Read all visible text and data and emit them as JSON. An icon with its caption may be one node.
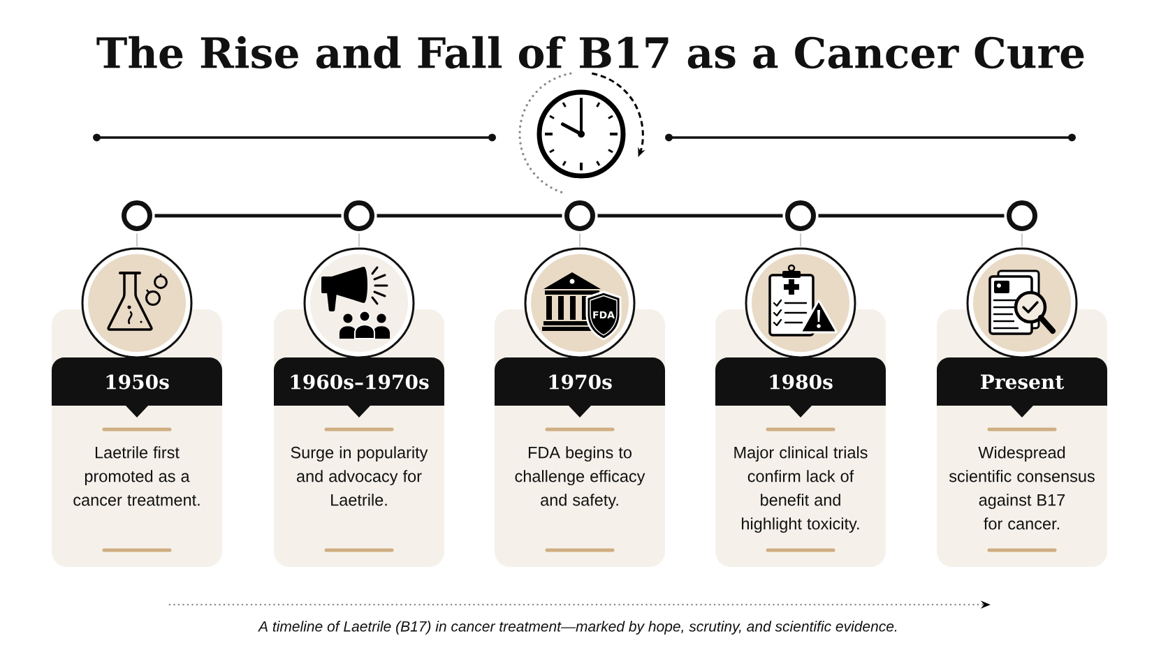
{
  "diagram": {
    "title": "The Rise and Fall of B17 as a Cancer Cure",
    "caption": "A timeline of Laetrile (B17) in cancer treatment—marked by hope, scrutiny, and scientific evidence.",
    "nodes": [
      {
        "text": [],
        "shape": "circle"
      },
      {
        "text": [],
        "shape": "circle"
      },
      {
        "text": [],
        "shape": "circle"
      },
      {
        "text": [],
        "shape": "circle"
      },
      {
        "text": [],
        "shape": "circle"
      },
      {
        "text": [],
        "shape": "circle"
      },
      {
        "text": [],
        "shape": "circle"
      },
      {
        "text": [
          "FDA"
        ]
      },
      {
        "text": [],
        "shape": "circle"
      },
      {
        "text": [],
        "shape": "circle"
      },
      {
        "text": [
          "1950s",
          "Laetrile first promoted as a cancer treatment."
        ]
      },
      {
        "text": [
          "1960s–1970s",
          "Surge in popularity and advocacy for Laetrile."
        ]
      },
      {
        "text": [
          "1970s",
          "FDA begins to challenge efficacy and safety."
        ]
      },
      {
        "text": [
          "1980s",
          "Major clinical trials confirm lack of benefit and highlight toxicity."
        ]
      },
      {
        "text": [
          "Present",
          "Widespread scientific consensus against B17 for cancer."
        ]
      }
    ],
    "edges": [
      {
        "from": 0,
        "to": 1,
        "arrow": "none",
        "style": "thick",
        "color": "#111111"
      },
      {
        "from": 1,
        "to": 2,
        "arrow": "none",
        "style": "thick",
        "color": "#111111"
      },
      {
        "from": 2,
        "to": 3,
        "arrow": "none",
        "style": "thick",
        "color": "#111111"
      },
      {
        "from": 3,
        "to": 4,
        "arrow": "none",
        "style": "thick",
        "color": "#111111"
      },
      {
        "from": 0,
        "to": 5,
        "arrow": "none"
      },
      {
        "from": 1,
        "to": 6,
        "arrow": "none"
      },
      {
        "from": 2,
        "to": 7,
        "arrow": "none"
      },
      {
        "from": 3,
        "to": 8,
        "arrow": "none"
      },
      {
        "from": 4,
        "to": 9,
        "arrow": "none"
      }
    ]
  }
}
